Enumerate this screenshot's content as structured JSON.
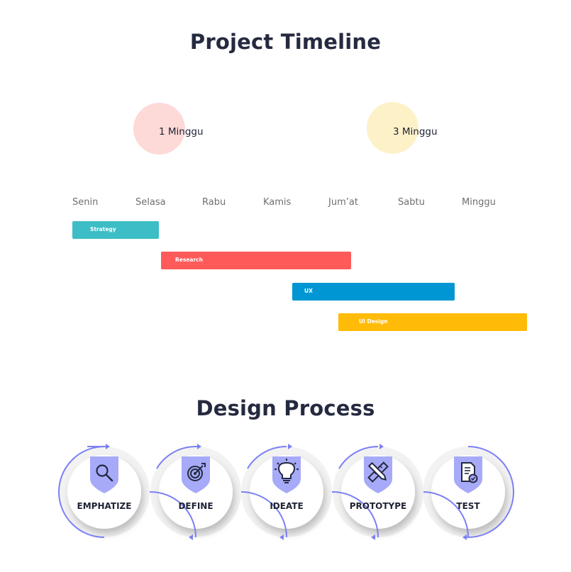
{
  "timeline": {
    "title": "Project Timeline",
    "milestones": [
      {
        "label": "1 Minggu",
        "color": "#fdd9d8"
      },
      {
        "label": "3 Minggu",
        "color": "#fdf1c8"
      }
    ],
    "days": [
      "Senin",
      "Selasa",
      "Rabu",
      "Kamis",
      "Jum’at",
      "Sabtu",
      "Minggu"
    ],
    "tasks": [
      {
        "label": "Strategy",
        "color": "#3dbdc5"
      },
      {
        "label": "Research",
        "color": "#fe5a5a"
      },
      {
        "label": "UX",
        "color": "#0096d3"
      },
      {
        "label": "UI Design",
        "color": "#ffbb07"
      }
    ]
  },
  "process": {
    "title": "Design Process",
    "accent": "#7b80f4",
    "badge_color": "#a7aaf8",
    "steps": [
      {
        "label": "EMPHATIZE",
        "icon": "magnifier-icon"
      },
      {
        "label": "DEFINE",
        "icon": "target-icon"
      },
      {
        "label": "IDEATE",
        "icon": "lightbulb-icon"
      },
      {
        "label": "PROTOTYPE",
        "icon": "ruler-pencil-icon"
      },
      {
        "label": "TEST",
        "icon": "checklist-document-icon"
      }
    ]
  }
}
